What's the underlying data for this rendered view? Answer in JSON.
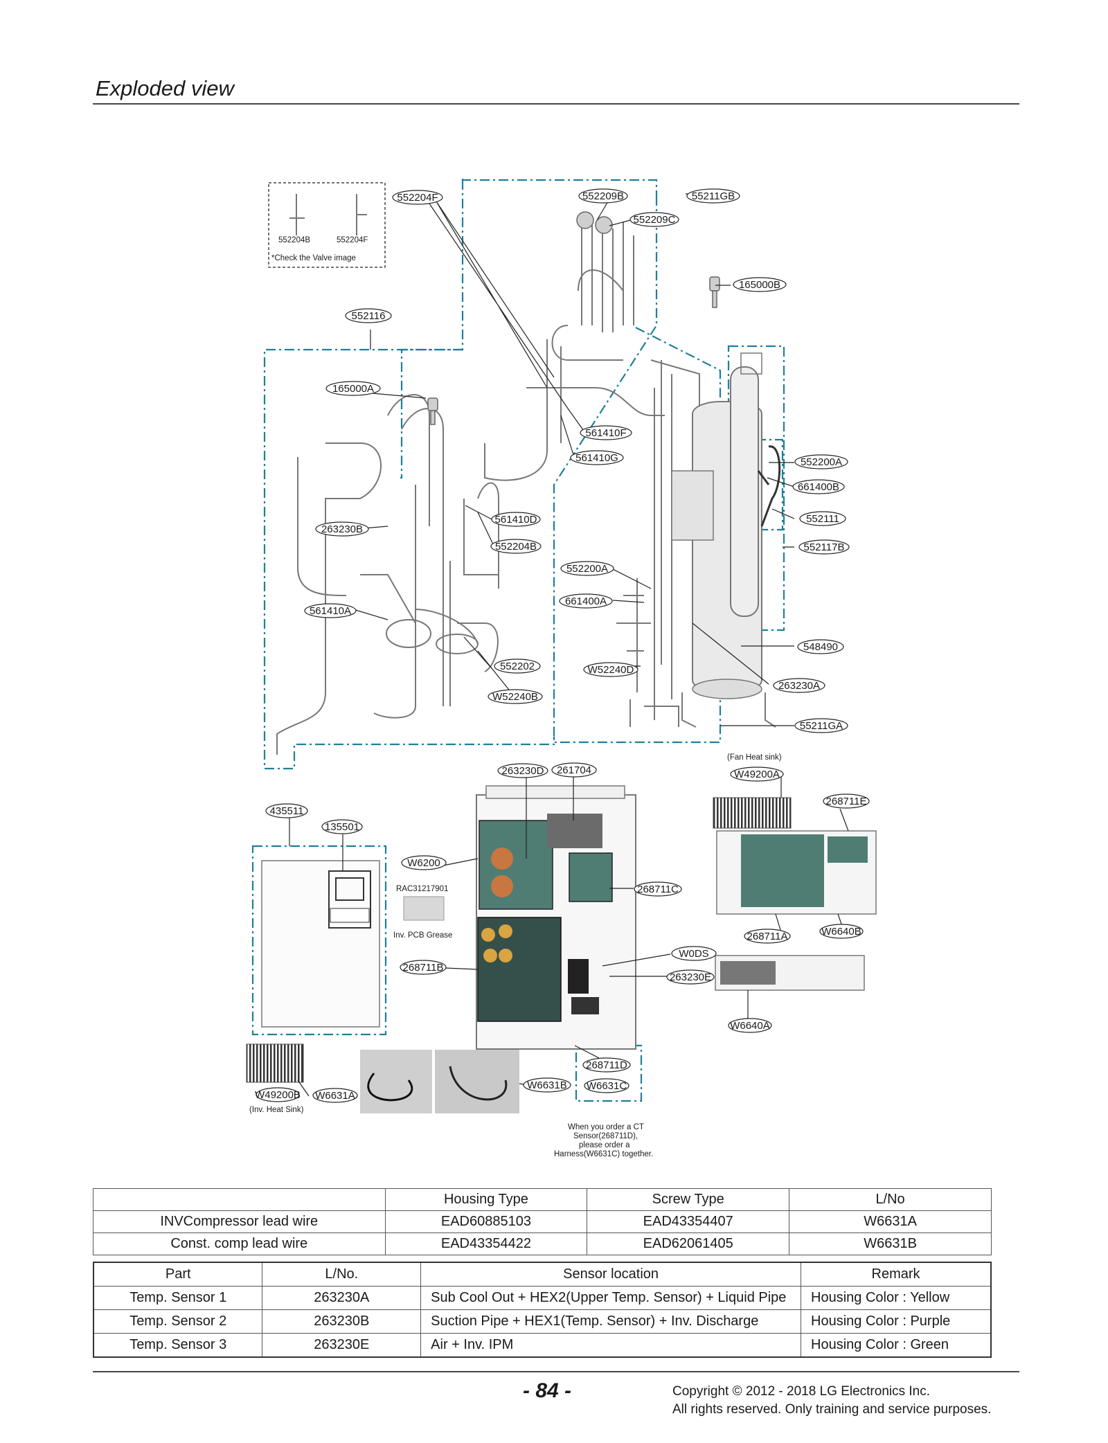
{
  "page": {
    "title": "Exploded view",
    "page_number": "- 84 -",
    "copyright_line1": "Copyright © 2012 - 2018 LG Electronics Inc.",
    "copyright_line2": "All rights reserved. Only training and service purposes."
  },
  "diagram": {
    "labels": {
      "l_552204F_top": "552204F",
      "l_552209B": "552209B",
      "l_55211GB": "55211GB",
      "l_552209C": "552209C",
      "l_165000B": "165000B",
      "l_552116": "552116",
      "l_165000A": "165000A",
      "l_561410F": "561410F",
      "l_561410G": "561410G",
      "l_552200A_r": "552200A",
      "l_661400B": "661400B",
      "l_552111": "552111",
      "l_552117B": "552117B",
      "l_561410D": "561410D",
      "l_552204B": "552204B",
      "l_263230B": "263230B",
      "l_552200A_m": "552200A",
      "l_661400A": "661400A",
      "l_561410A": "561410A",
      "l_548490": "548490",
      "l_552202": "552202",
      "l_W52240D": "W52240D",
      "l_263230A": "263230A",
      "l_W52240B": "W52240B",
      "l_55211GA": "55211GA",
      "l_263230D": "263230D",
      "l_261704": "261704",
      "l_W49200A": "W49200A",
      "l_268711E": "268711E",
      "l_435511": "435511",
      "l_135501": "135501",
      "l_W6200": "W6200",
      "l_268711C": "268711C",
      "l_268711A": "268711A",
      "l_W6640B": "W6640B",
      "l_W0DS": "W0DS",
      "l_268711B": "268711B",
      "l_263230E": "263230E",
      "l_W6640A": "W6640A",
      "l_268711D": "268711D",
      "l_W6631B": "W6631B",
      "l_W6631C": "W6631C",
      "l_W49200B": "W49200B",
      "l_W6631A": "W6631A"
    },
    "notes": {
      "valve_a": "552204B",
      "valve_b": "552204F",
      "valve_note": "*Check the Valve image",
      "fan_heat_sink": "(Fan Heat sink)",
      "rac": "RAC31217901",
      "grease": "Inv. PCB Grease",
      "inv_heat_sink": "(Inv. Heat Sink)",
      "ct_note_1": "When you order a CT",
      "ct_note_2": "Sensor(268711D),",
      "ct_note_3": "please order a",
      "ct_note_4": "Harness(W6631C) together."
    }
  },
  "table1": {
    "headers": [
      "",
      "Housing Type",
      "Screw Type",
      "L/No"
    ],
    "rows": [
      [
        "INVCompressor lead wire",
        "EAD60885103",
        "EAD43354407",
        "W6631A"
      ],
      [
        "Const. comp lead wire",
        "EAD43354422",
        "EAD62061405",
        "W6631B"
      ]
    ]
  },
  "table2": {
    "headers": [
      "Part",
      "L/No.",
      "Sensor location",
      "Remark"
    ],
    "rows": [
      [
        "Temp. Sensor 1",
        "263230A",
        "Sub Cool Out + HEX2(Upper Temp. Sensor) + Liquid Pipe",
        "Housing Color  : Yellow"
      ],
      [
        "Temp. Sensor 2",
        "263230B",
        "Suction Pipe + HEX1(Temp. Sensor) + Inv. Discharge",
        "Housing Color  : Purple"
      ],
      [
        "Temp. Sensor 3",
        "263230E",
        "Air + Inv. IPM",
        "Housing Color  : Green"
      ]
    ]
  }
}
